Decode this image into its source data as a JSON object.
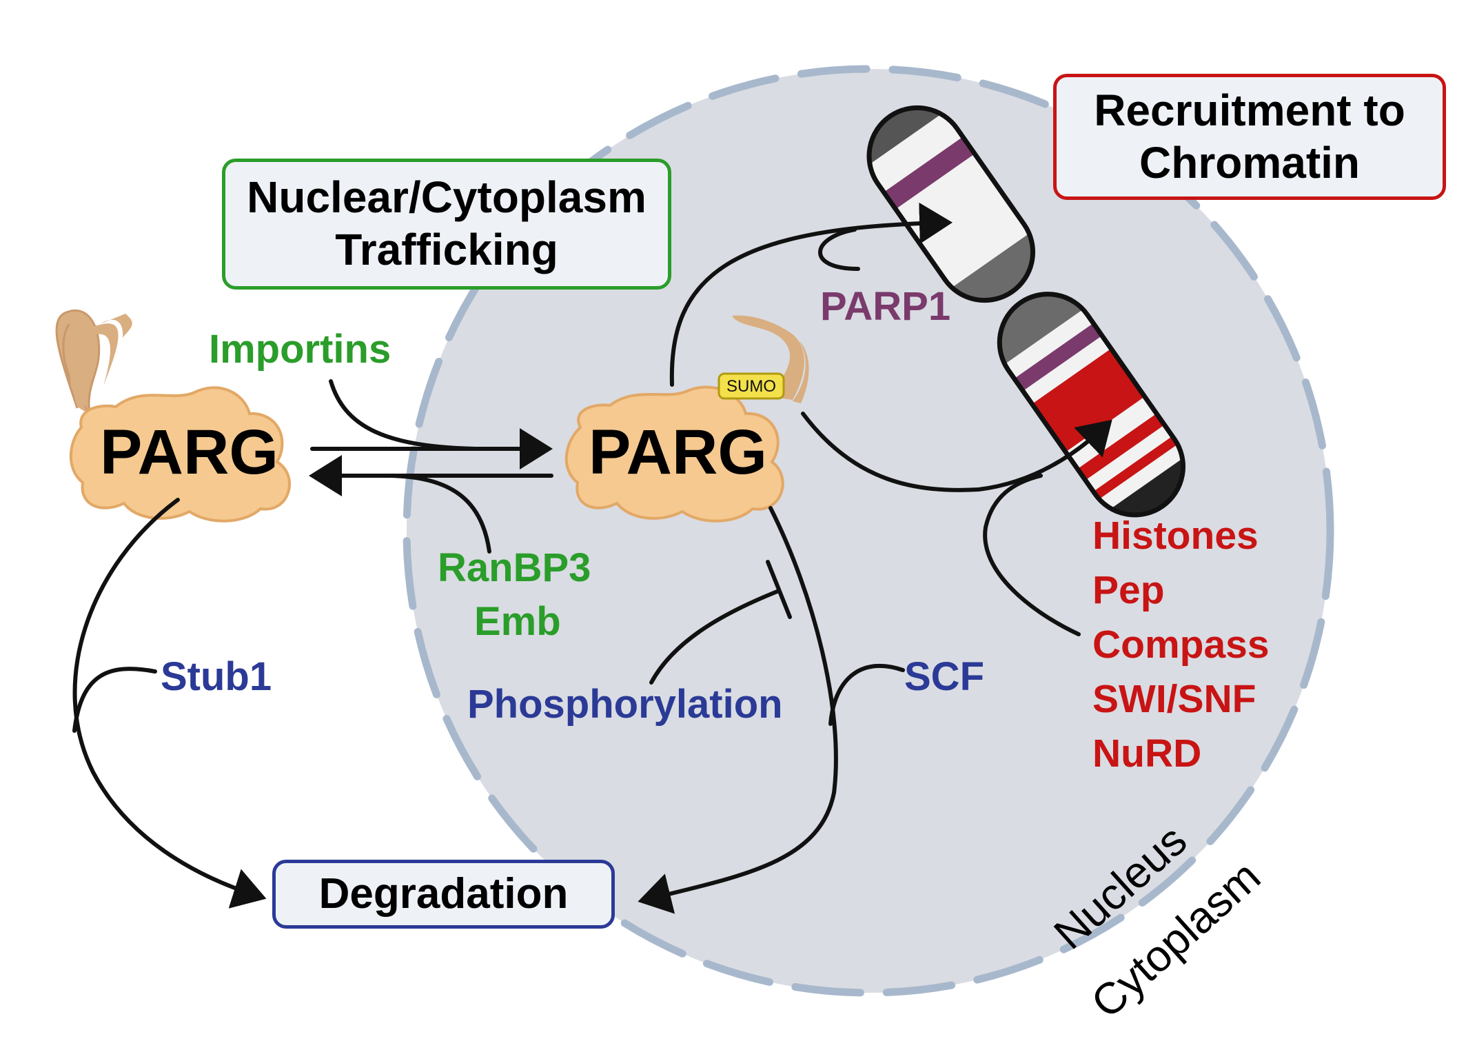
{
  "boxes": {
    "trafficking": "Nuclear/Cytoplasm\nTrafficking",
    "recruitment": "Recruitment to\nChromatin",
    "degradation": "Degradation"
  },
  "proteins": {
    "parg_cytoplasm": "PARG",
    "parg_nucleus": "PARG",
    "sumo_tag": "SUMO"
  },
  "regulators": {
    "importins": "Importins",
    "ranbp3": "RanBP3",
    "emb": "Emb",
    "stub1": "Stub1",
    "phosphorylation": "Phosphorylation",
    "scf": "SCF",
    "parp1": "PARP1"
  },
  "chromatin_factors": [
    "Histones",
    "Pep",
    "Compass",
    "SWI/SNF",
    "NuRD"
  ],
  "regions": {
    "nucleus": "Nucleus",
    "cytoplasm": "Cytoplasm"
  },
  "colors": {
    "trafficking": "#2a9d2a",
    "recruitment": "#c81414",
    "degradation": "#2b3a96",
    "parp1": "#7a3a6c",
    "nucleus_fill": "#d9dce2",
    "membrane": "#a8b8cc",
    "protein_fill": "#f5c98f",
    "protein_tail": "#d9ae80"
  }
}
